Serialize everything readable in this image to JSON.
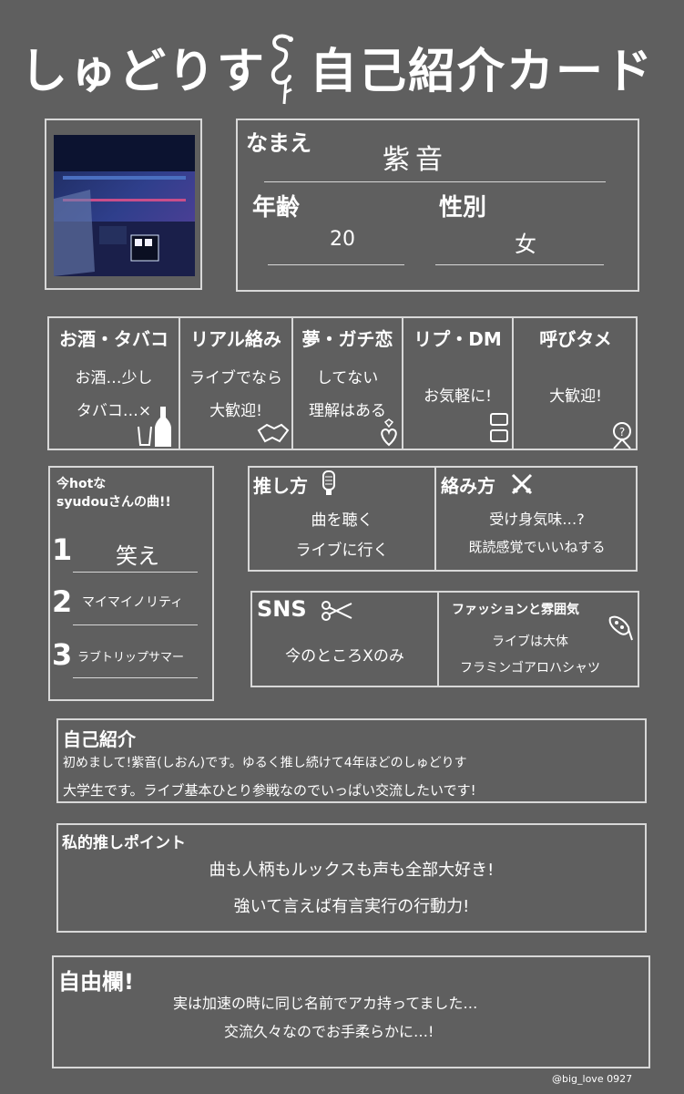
{
  "title": {
    "left": "しゅどりす",
    "right": "自己紹介カード"
  },
  "profile": {
    "name_label": "なまえ",
    "name_value": "紫音",
    "age_label": "年齢",
    "age_value": "20",
    "gender_label": "性別",
    "gender_value": "女"
  },
  "prefs": [
    {
      "label": "お酒・タバコ",
      "lines": [
        "お酒…少し",
        "タバコ…×"
      ]
    },
    {
      "label": "リアル絡み",
      "lines": [
        "ライブでなら",
        "大歓迎!"
      ]
    },
    {
      "label": "夢・ガチ恋",
      "lines": [
        "してない",
        "理解はある"
      ]
    },
    {
      "label": "リプ・DM",
      "lines": [
        "お気軽に!"
      ]
    },
    {
      "label": "呼びタメ",
      "lines": [
        "大歓迎!"
      ]
    }
  ],
  "hot_songs": {
    "label_line1": "今hotな",
    "label_line2": "syudouさんの曲!!",
    "items": [
      {
        "num": "1",
        "title": "笑え"
      },
      {
        "num": "2",
        "title": "マイマイノリティ"
      },
      {
        "num": "3",
        "title": "ラブトリップサマー"
      }
    ]
  },
  "oshikata": {
    "label": "推し方",
    "lines": [
      "曲を聴く",
      "ライブに行く"
    ]
  },
  "karamikata": {
    "label": "絡み方",
    "lines": [
      "受け身気味…?",
      "既読感覚でいいねする"
    ]
  },
  "sns": {
    "label": "SNS",
    "value": "今のところXのみ"
  },
  "fashion": {
    "label": "ファッションと雰囲気",
    "lines": [
      "ライブは大体",
      "フラミンゴアロハシャツ"
    ]
  },
  "intro": {
    "label": "自己紹介",
    "lines": [
      "初めまして!紫音(しおん)です。ゆるく推し続けて4年ほどのしゅどりす",
      "大学生です。ライブ基本ひとり参戦なのでいっぱい交流したいです!"
    ]
  },
  "point": {
    "label": "私的推しポイント",
    "lines": [
      "曲も人柄もルックスも声も全部大好き!",
      "強いて言えば有言実行の行動力!"
    ]
  },
  "free": {
    "label": "自由欄!",
    "lines": [
      "実は加速の時に同じ名前でアカ持ってました…",
      "交流久々なのでお手柔らかに…!"
    ]
  },
  "credit": "@big_love 0927",
  "icons": [
    "flamingo-icon",
    "bottle-glass-icon",
    "handshake-icon",
    "heart-ring-icon",
    "speech-bubble-icon",
    "person-speech-icon",
    "penlight-icon",
    "crossed-swords-icon",
    "scissors-icon",
    "mask-icon",
    "photo-concert"
  ]
}
